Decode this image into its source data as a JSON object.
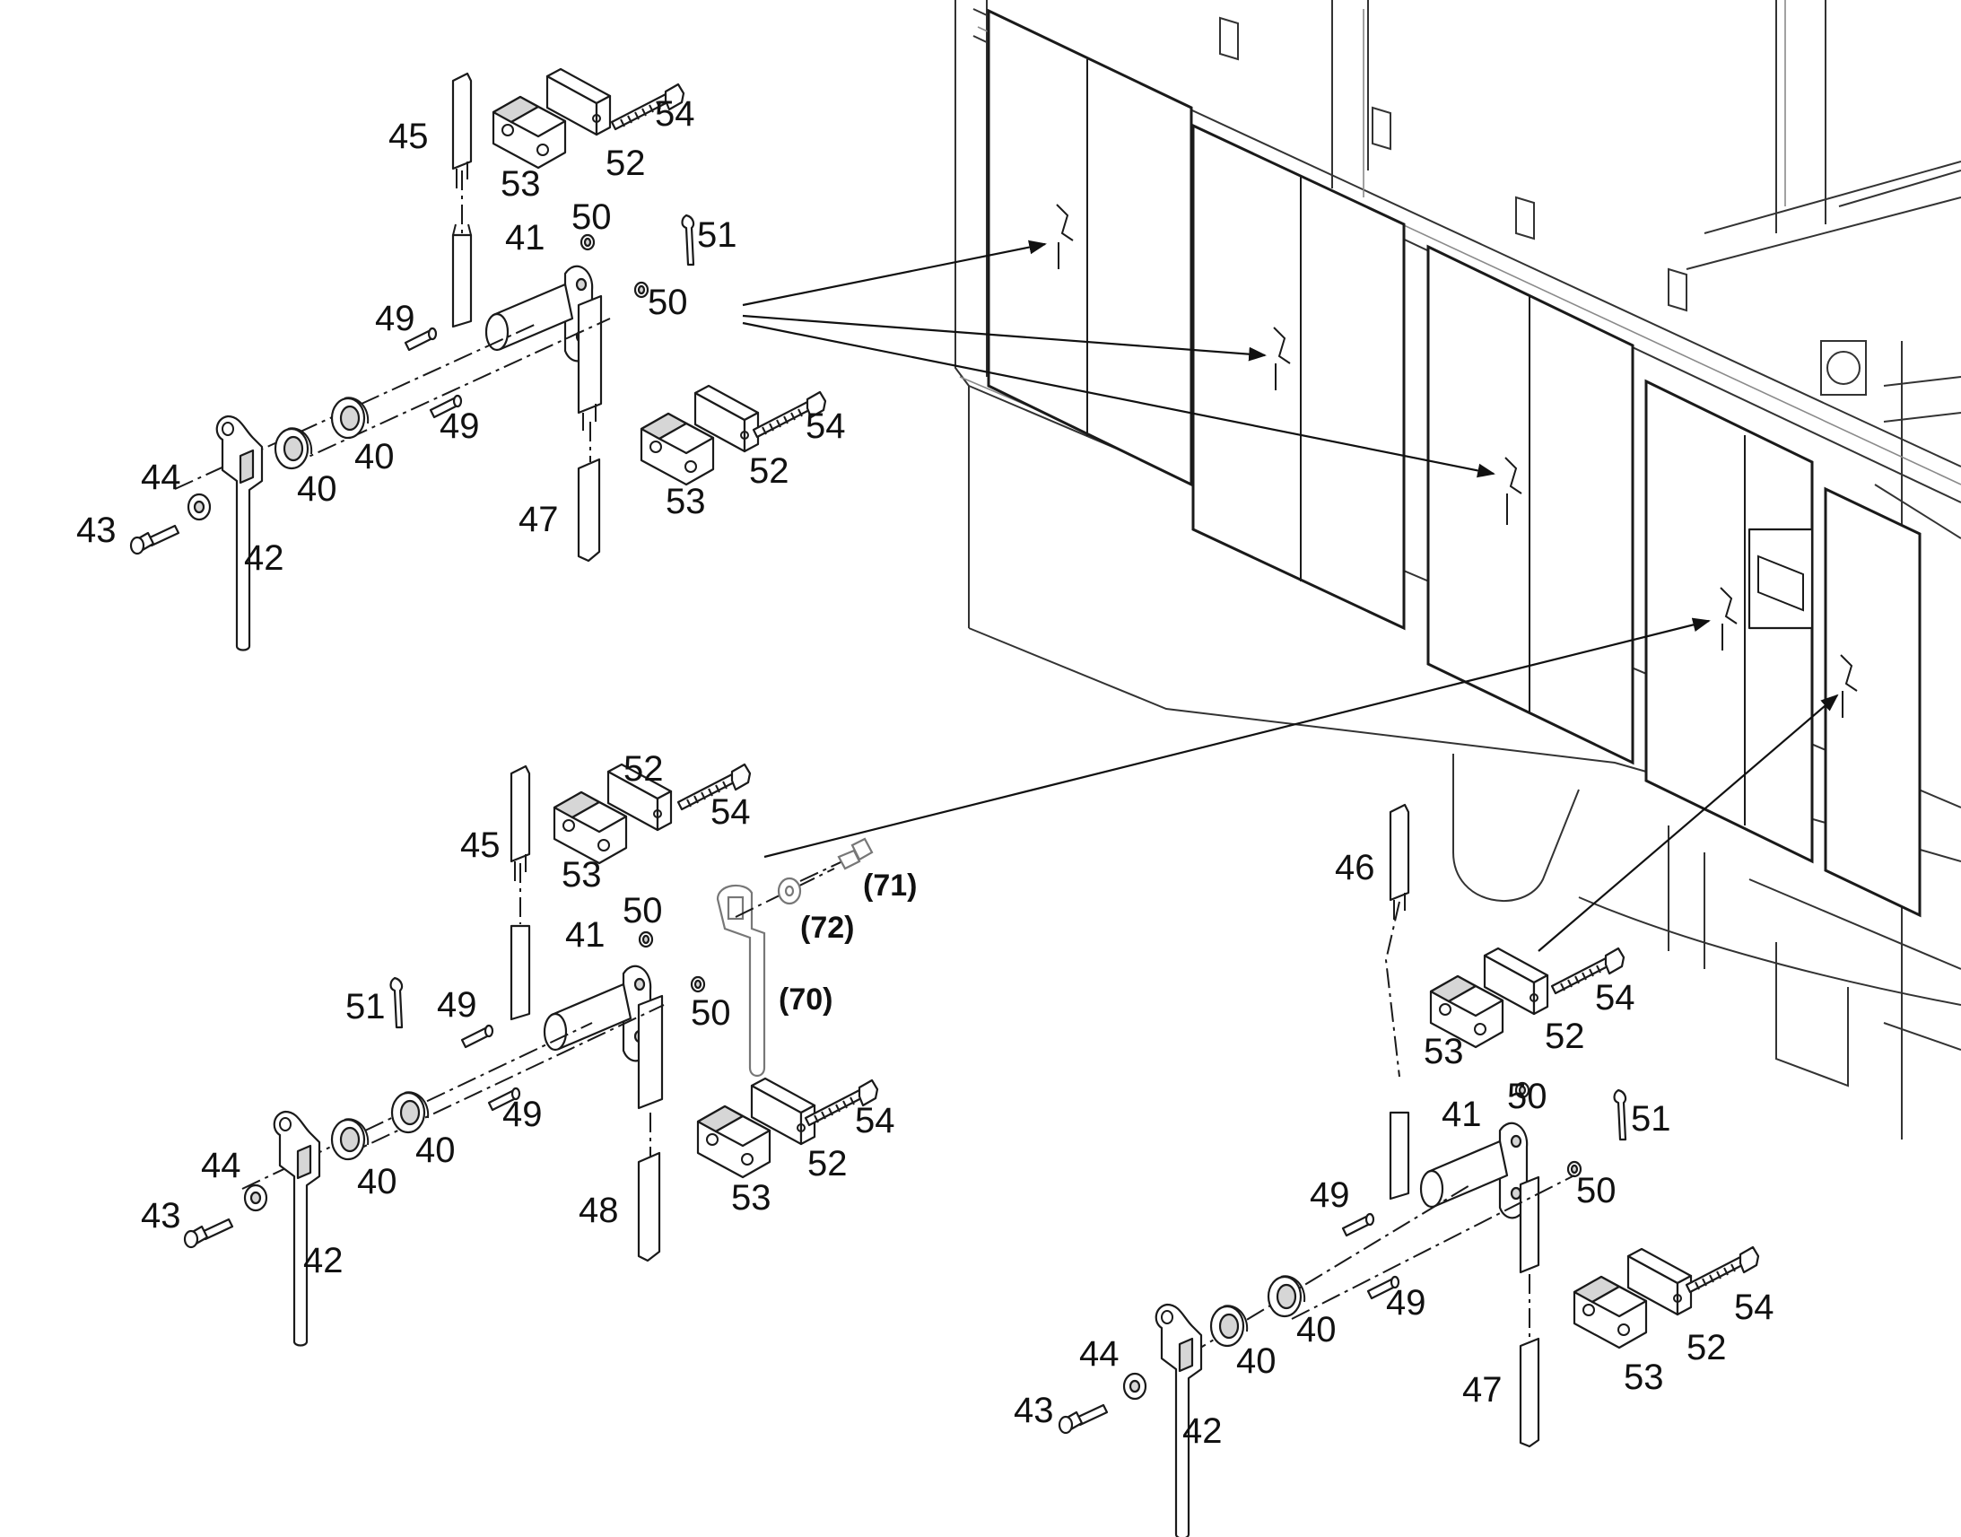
{
  "callouts": {
    "a": [
      "45",
      "54",
      "52",
      "53",
      "50",
      "51",
      "41",
      "50",
      "49",
      "49",
      "54",
      "52",
      "53",
      "40",
      "40",
      "44",
      "43",
      "42",
      "47"
    ],
    "b": [
      "52",
      "45",
      "54",
      "53",
      "50",
      "41",
      "51",
      "49",
      "50",
      "49",
      "40",
      "40",
      "44",
      "43",
      "42",
      "54",
      "52",
      "53",
      "48"
    ],
    "c": [
      "46",
      "54",
      "53",
      "52",
      "50",
      "41",
      "51",
      "49",
      "50",
      "49",
      "54",
      "40",
      "40",
      "52",
      "44",
      "43",
      "53",
      "47",
      "42"
    ],
    "optional": [
      "(71)",
      "(72)",
      "(70)"
    ]
  },
  "colors": {
    "line": "#1a1a1a",
    "shade": "#d6d6d6",
    "background": "#ffffff"
  }
}
